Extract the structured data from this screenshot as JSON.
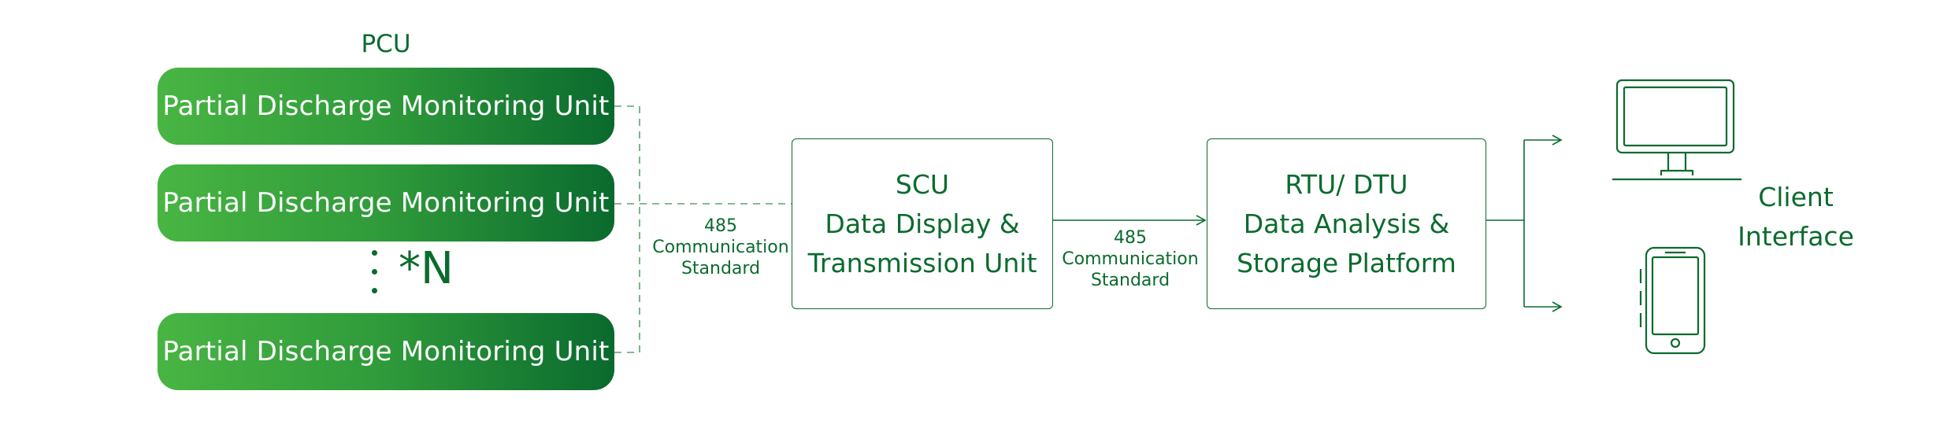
{
  "pcu": {
    "title": "PCU",
    "units": [
      "Partial Discharge Monitoring Unit",
      "Partial Discharge Monitoring Unit",
      "Partial Discharge Monitoring Unit"
    ],
    "multiplier": "*N"
  },
  "link1": {
    "line1": "485",
    "line2": "Communication",
    "line3": "Standard"
  },
  "scu": {
    "line1": "SCU",
    "line2": "Data Display &",
    "line3": "Transmission Unit"
  },
  "link2": {
    "line1": "485",
    "line2": "Communication",
    "line3": "Standard"
  },
  "rtu": {
    "line1": "RTU/ DTU",
    "line2": "Data Analysis &",
    "line3": "Storage Platform"
  },
  "client": {
    "line1": "Client",
    "line2": "Interface",
    "devices": [
      "monitor-icon",
      "smartphone-icon"
    ]
  },
  "colors": {
    "brand_dark": "#0b6b2e",
    "gradient_start": "#48b543",
    "gradient_end": "#0a6a2e",
    "dashed_line": "#5aa46e"
  }
}
